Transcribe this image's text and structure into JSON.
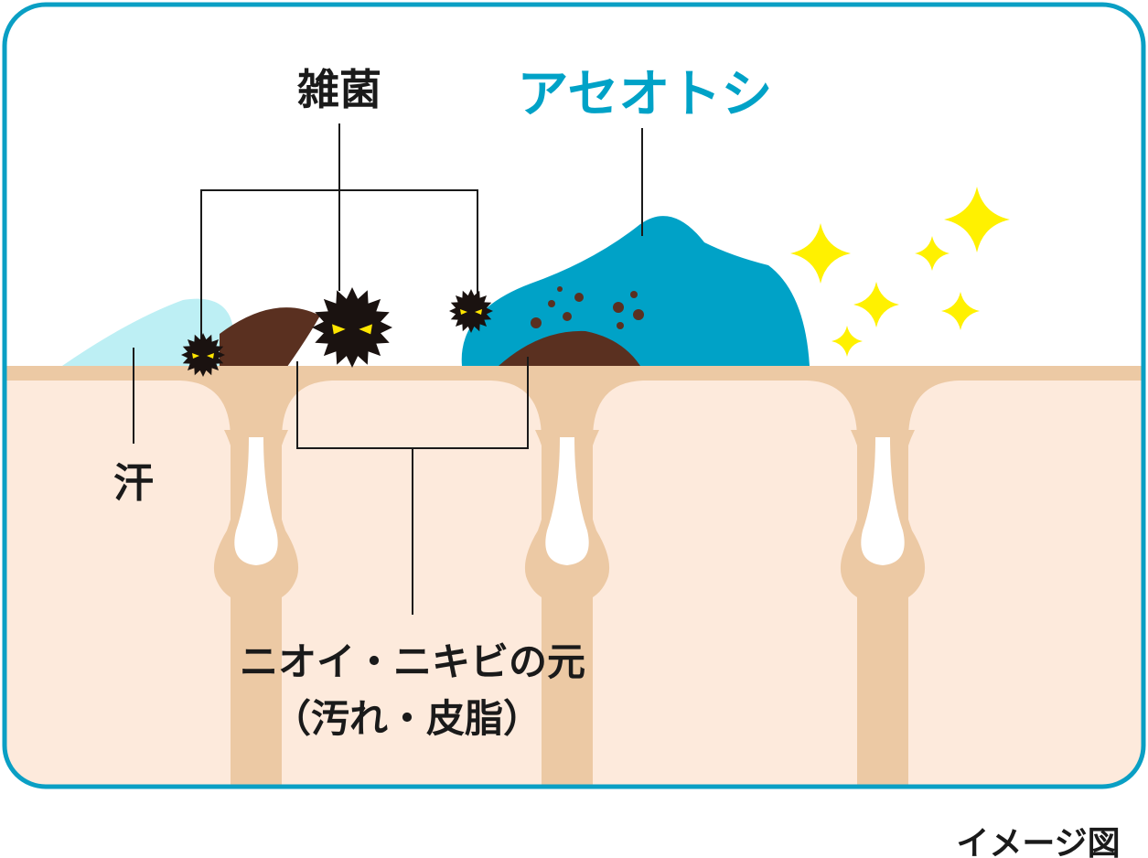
{
  "labels": {
    "bacteria": "雑菌",
    "product": "アセオトシ",
    "sweat": "汗",
    "source_line1": "ニオイ・ニキビの元",
    "source_line2": "（汚れ・皮脂）",
    "caption": "イメージ図"
  },
  "colors": {
    "frame": "#0a9fc4",
    "product": "#00a2c7",
    "sweat": "#bdeff4",
    "sebum": "#5a3020",
    "skin": "#fdeadc",
    "skin_edge": "#ecc9a4",
    "sparkle": "#fff100",
    "bacteria": "#1a1210",
    "eyes": "#ffe600"
  }
}
